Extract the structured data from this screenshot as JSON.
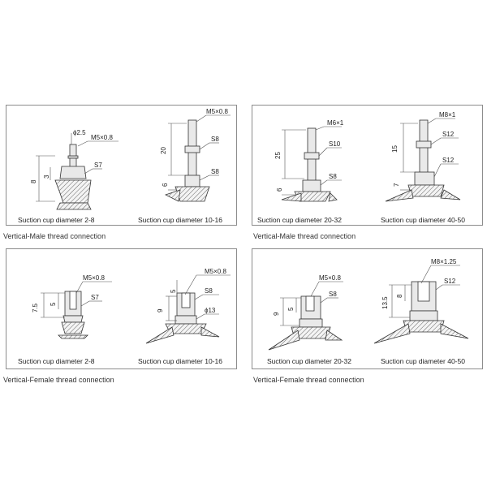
{
  "panels": [
    {
      "caption": "Vertical-Male thread connection",
      "items": [
        {
          "label": "Suction cup diameter 2-8",
          "callouts": [
            "ϕ2.5",
            "M5×0.8",
            "S7"
          ],
          "dims": [
            "8",
            "3"
          ]
        },
        {
          "label": "Suction cup diameter 10-16",
          "callouts": [
            "M5×0.8",
            "S8",
            "S8"
          ],
          "dims": [
            "20",
            "6"
          ]
        }
      ]
    },
    {
      "caption": "Vertical-Male thread connection",
      "items": [
        {
          "label": "Suction cup diameter 20-32",
          "callouts": [
            "M6×1",
            "S10",
            "S8"
          ],
          "dims": [
            "25",
            "6"
          ]
        },
        {
          "label": "Suction cup diameter 40-50",
          "callouts": [
            "M8×1",
            "S12",
            "S12"
          ],
          "dims": [
            "15",
            "7"
          ]
        }
      ]
    },
    {
      "caption": "Vertical-Female thread connection",
      "items": [
        {
          "label": "Suction cup diameter 2-8",
          "callouts": [
            "M5×0.8",
            "S7"
          ],
          "dims": [
            "7.5",
            "5"
          ]
        },
        {
          "label": "Suction cup diameter 10-16",
          "callouts": [
            "M5×0.8",
            "S8",
            "ϕ13"
          ],
          "dims": [
            "5",
            "9"
          ]
        }
      ]
    },
    {
      "caption": "Vertical-Female thread connection",
      "items": [
        {
          "label": "Suction cup diameter 20-32",
          "callouts": [
            "M5×0.8",
            "S8"
          ],
          "dims": [
            "5",
            "9"
          ]
        },
        {
          "label": "Suction cup diameter 40-50",
          "callouts": [
            "M8×1.25",
            "S12"
          ],
          "dims": [
            "8",
            "13.5"
          ]
        }
      ]
    }
  ]
}
